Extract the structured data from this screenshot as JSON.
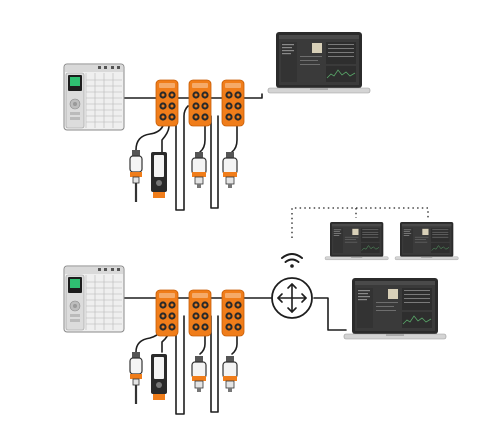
{
  "colors": {
    "module_orange": "#f07d1a",
    "module_orange_dark": "#c85f08",
    "plc_body": "#eeeeee",
    "plc_screen_green": "#2fbf71",
    "laptop_frame": "#2b2b2b",
    "laptop_screen": "#3a3a3a",
    "cable": "#1e1e1e",
    "sensor_body": "#f4f4f4",
    "sensor_orange": "#f07d1a"
  },
  "icons": [
    "plc-icon",
    "io-module-icon",
    "laptop-icon",
    "sensor-icon",
    "wifi-icon",
    "router-icon"
  ],
  "groups": [
    {
      "id": "top",
      "plc": "plc-icon",
      "io_modules": 3,
      "sensors": 4,
      "laptops": 1
    },
    {
      "id": "bottom",
      "plc": "plc-icon",
      "io_modules": 3,
      "sensors": 4,
      "laptops": 3,
      "router": "router-icon",
      "wireless": "wifi-icon"
    }
  ]
}
